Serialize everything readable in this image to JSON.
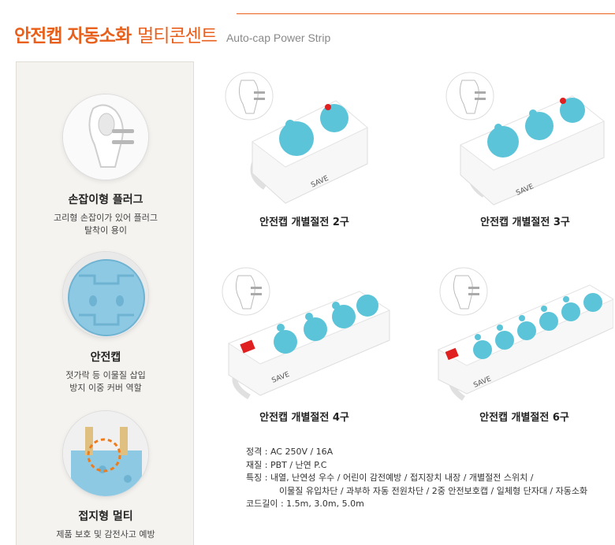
{
  "header": {
    "title_bold": "안전캡 자동소화",
    "title_light": "멀티콘센트",
    "title_en": "Auto-cap Power Strip"
  },
  "features": [
    {
      "title": "손잡이형 플러그",
      "desc": [
        "고리형 손잡이가 있어 플러그",
        "탈착이 용이"
      ]
    },
    {
      "title": "안전캡",
      "desc": [
        "젓가락 등 이물질 삽입",
        "방지 이중 커버 역할"
      ]
    },
    {
      "title": "접지형 멀티",
      "desc": [
        "제품 보호 및 감전사고 예방"
      ]
    }
  ],
  "products": [
    {
      "caption": "안전캡 개별절전 2구",
      "outlets": 2
    },
    {
      "caption": "안전캡 개별절전 3구",
      "outlets": 3
    },
    {
      "caption": "안전캡 개별절전 4구",
      "outlets": 4
    },
    {
      "caption": "안전캡 개별절전 6구",
      "outlets": 6
    }
  ],
  "brand": "SAVE",
  "specs": {
    "rating": "정격 : AC 250V / 16A",
    "material": "재질 : PBT / 난연 P.C",
    "features_line1": "특징 : 내열, 난연성 우수 / 어린이 감전예방 / 접지장치 내장 / 개별절전 스위치 /",
    "features_line2": "이물질 유입차단 / 과부하 자동 전원차단 / 2중 안전보호캡 / 일체형 단자대 / 자동소화",
    "cord": "코드길이 : 1.5m, 3.0m, 5.0m"
  },
  "colors": {
    "accent": "#e8601c",
    "cap_blue": "#5bc4d8",
    "switch_red": "#e02020"
  }
}
